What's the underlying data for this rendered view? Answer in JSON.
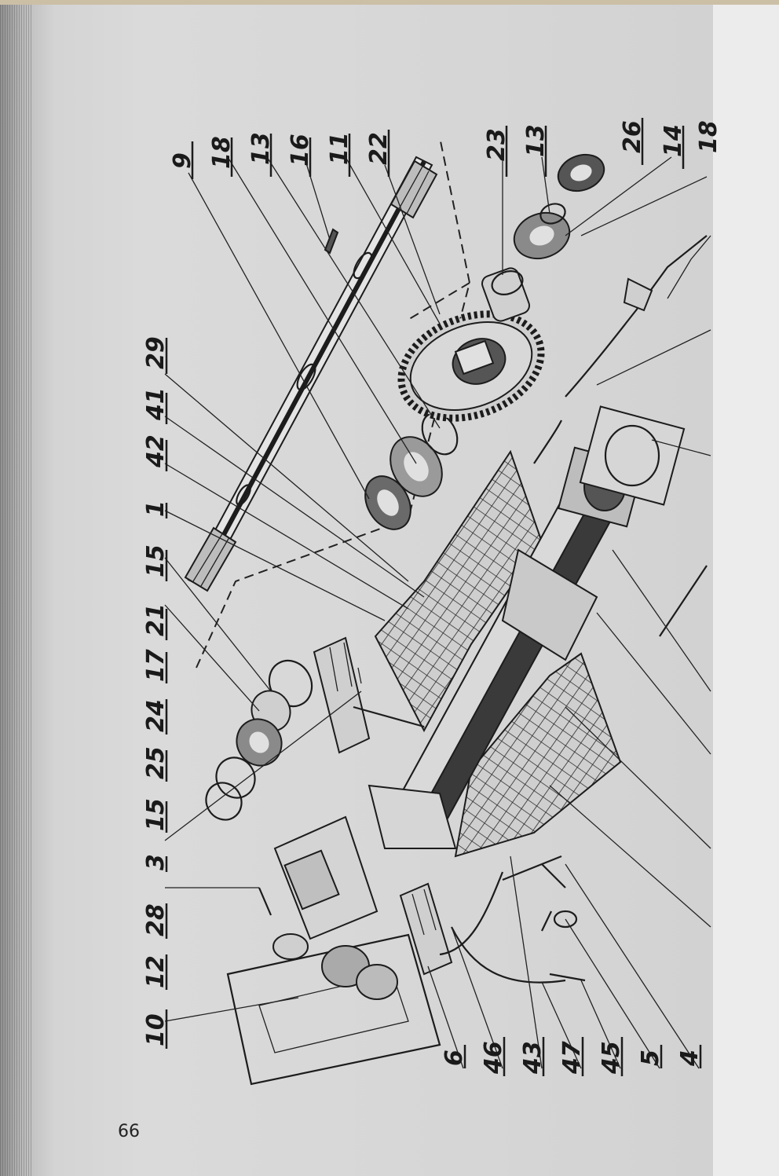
{
  "page_number": "66",
  "labels_left": [
    {
      "id": "l9",
      "text": "9"
    },
    {
      "id": "l18",
      "text": "18"
    },
    {
      "id": "l13a",
      "text": "13"
    },
    {
      "id": "l16",
      "text": "16"
    },
    {
      "id": "l11",
      "text": "11"
    },
    {
      "id": "l22",
      "text": "22"
    },
    {
      "id": "l23",
      "text": "23"
    },
    {
      "id": "l13b",
      "text": "13"
    },
    {
      "id": "l26",
      "text": "26"
    },
    {
      "id": "l14",
      "text": "14"
    },
    {
      "id": "l18b",
      "text": "18"
    }
  ],
  "labels_top": [
    {
      "id": "l29",
      "text": "29"
    },
    {
      "id": "l41",
      "text": "41"
    },
    {
      "id": "l42",
      "text": "42"
    },
    {
      "id": "l1",
      "text": "1"
    },
    {
      "id": "l15a",
      "text": "15"
    },
    {
      "id": "l21",
      "text": "21"
    },
    {
      "id": "l17",
      "text": "17"
    },
    {
      "id": "l24",
      "text": "24"
    },
    {
      "id": "l25",
      "text": "25"
    },
    {
      "id": "l15b",
      "text": "15"
    },
    {
      "id": "l3",
      "text": "3"
    },
    {
      "id": "l28",
      "text": "28"
    },
    {
      "id": "l12",
      "text": "12"
    },
    {
      "id": "l10",
      "text": "10"
    }
  ],
  "labels_bottom": [
    {
      "id": "l6",
      "text": "6"
    },
    {
      "id": "l46",
      "text": "46"
    },
    {
      "id": "l43",
      "text": "43"
    },
    {
      "id": "l47",
      "text": "47"
    },
    {
      "id": "l45",
      "text": "45"
    },
    {
      "id": "l5",
      "text": "5"
    },
    {
      "id": "l4",
      "text": "4"
    }
  ],
  "colors": {
    "paper": "#d6d6d6",
    "ink": "#1c1c1c",
    "margin": "#ececec"
  }
}
